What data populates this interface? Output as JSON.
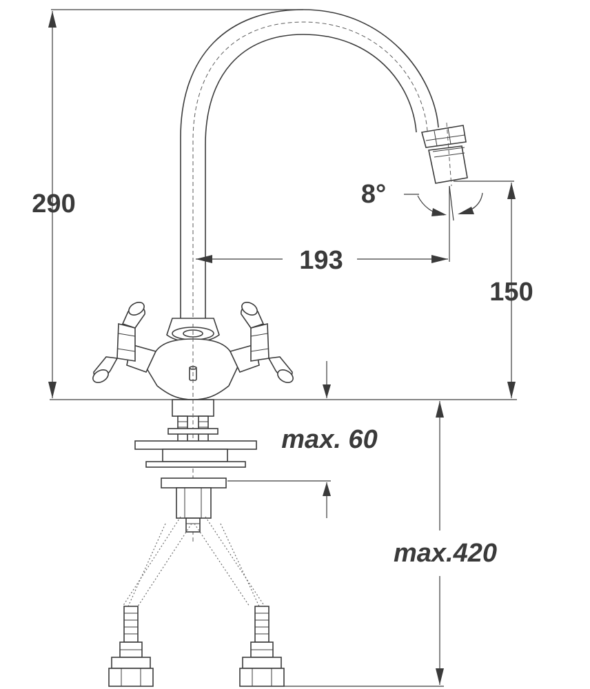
{
  "dimensions": {
    "total_height": "290",
    "spout_reach": "193",
    "spout_height": "150",
    "spray_angle": "8°",
    "max_deck_thickness": "max. 60",
    "max_hose_length": "max.420"
  },
  "colors": {
    "line": "#3a3a3a",
    "background": "#ffffff"
  }
}
